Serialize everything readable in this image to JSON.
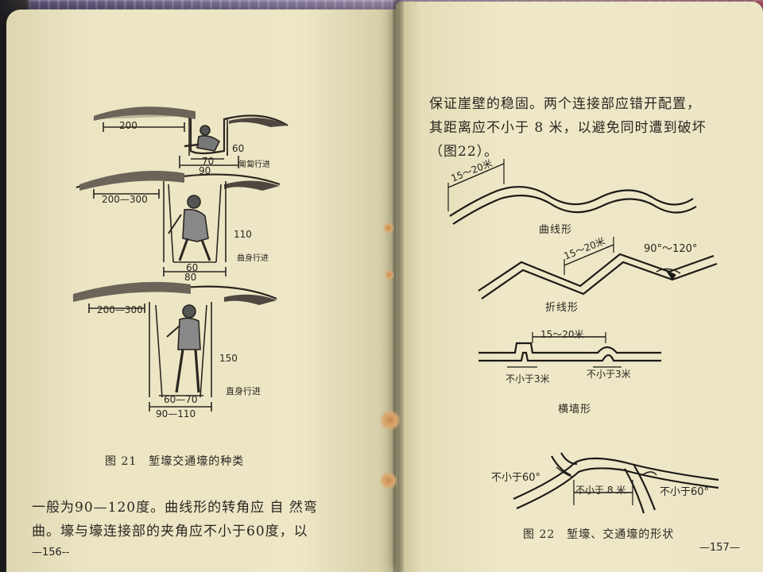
{
  "left_page": {
    "figure21": {
      "trench1": {
        "width_top": "200",
        "depth": "60",
        "bottom": "70",
        "bottom_outer": "90",
        "label": "匍匐行进"
      },
      "trench2": {
        "width_top": "200—300",
        "depth": "110",
        "bottom": "60",
        "bottom_outer": "80",
        "label": "曲身行进"
      },
      "trench3": {
        "width_top": "200—300",
        "depth": "150",
        "bottom": "60—70",
        "bottom_outer": "90—110",
        "label": "直身行进"
      },
      "caption": "图 21　堑壕交通壕的种类"
    },
    "body_line1": "一般为90—120度。曲线形的转角应 自 然弯",
    "body_line2": "曲。壕与壕连接部的夹角应不小于60度，以",
    "page_number": "—156--"
  },
  "right_page": {
    "body_line1": "保证崖壁的稳固。两个连接部应错开配置，",
    "body_line2": "其距离应不小于 8 米，以避免同时遭到破坏",
    "body_line3": "（图22）。",
    "figure22": {
      "curve": {
        "dim": "15～20米",
        "label": "曲线形"
      },
      "zigzag": {
        "dim": "15～20米",
        "angle": "90°～120°",
        "label": "折线形"
      },
      "traverse": {
        "dim": "15～20米",
        "left_min": "不小于3米",
        "right_min": "不小于3米",
        "label": "横墙形"
      },
      "junction": {
        "left_angle": "不小于60°",
        "distance": "不小于 8 米",
        "right_angle": "不小于60°"
      },
      "caption": "图 22　堑壕、交通壕的形状"
    },
    "page_number": "—157—"
  }
}
